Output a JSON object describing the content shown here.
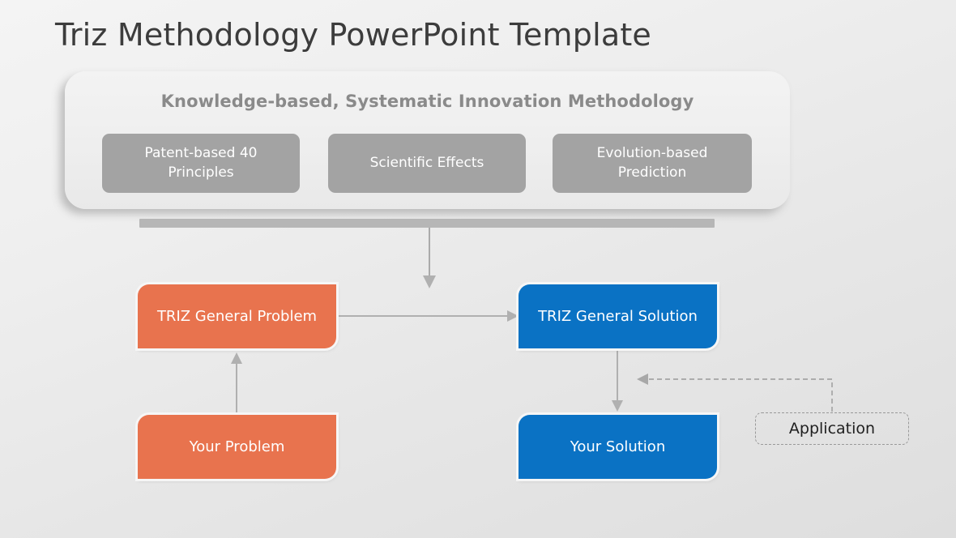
{
  "page_title": "Triz Methodology PowerPoint Template",
  "panel": {
    "heading": "Knowledge-based, Systematic Innovation Methodology",
    "pills": [
      {
        "label": "Patent-based 40 Principles"
      },
      {
        "label": "Scientific Effects"
      },
      {
        "label": "Evolution-based Prediction"
      }
    ]
  },
  "flow": {
    "boxes": [
      {
        "id": "triz-general-problem",
        "label": "TRIZ General Problem",
        "color": "#e8734e"
      },
      {
        "id": "triz-general-solution",
        "label": "TRIZ General Solution",
        "color": "#0a72c4"
      },
      {
        "id": "your-problem",
        "label": "Your Problem",
        "color": "#e8734e"
      },
      {
        "id": "your-solution",
        "label": "Your Solution",
        "color": "#0a72c4"
      }
    ],
    "application_label": "Application"
  },
  "colors": {
    "orange": "#e8734e",
    "blue": "#0a72c4",
    "grey_pill": "#a3a3a3",
    "grey_bar": "#b6b6b6",
    "arrow": "#a8a8a8",
    "heading_text": "#8a8a8a",
    "title_text": "#3c3c3c",
    "panel_bg": "#efefef",
    "slide_bg": "#e9e9e9"
  }
}
